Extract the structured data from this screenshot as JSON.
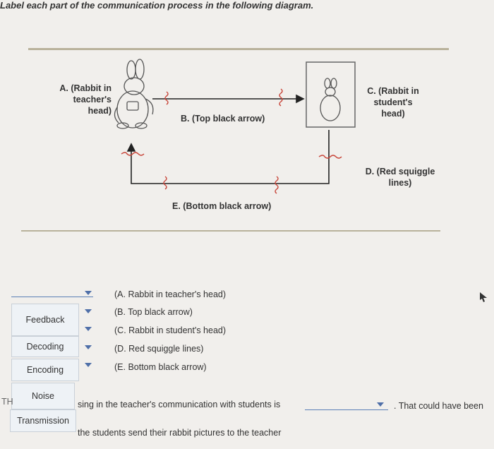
{
  "question": {
    "title": "Label each part of the communication process in the following diagram."
  },
  "diagram_labels": {
    "a_line1": "A. (Rabbit in",
    "a_line2": "teacher's",
    "a_line3": "head)",
    "b": "B. (Top black arrow)",
    "c_line1": "C. (Rabbit in",
    "c_line2": "student's",
    "c_line3": "head)",
    "d_line1": "D. (Red squiggle",
    "d_line2": "lines)",
    "e": "E. (Bottom black arrow)"
  },
  "answer_legend": [
    "(A. Rabbit in teacher's head)",
    "(B. Top black arrow)",
    "(C. Rabbit in student's head)",
    "(D. Red squiggle lines)",
    "(E. Bottom black arrow)"
  ],
  "answer_bank": {
    "options": [
      "Feedback",
      "Decoding",
      "Encoding",
      "Noise",
      "Transmission"
    ]
  },
  "sentences": {
    "s1_prefix_clip": "TH",
    "s1_text": "sing in the teacher's communication with students is",
    "s1_suffix": ". That could have been",
    "s2_text": "the students send their rabbit pictures to the teacher"
  },
  "colors": {
    "background": "#f1efec",
    "divider": "#b9b29b",
    "dropdown_accent": "#5b7fb6",
    "noise_red": "#c8463a",
    "tile_bg": "#eef2f6"
  }
}
